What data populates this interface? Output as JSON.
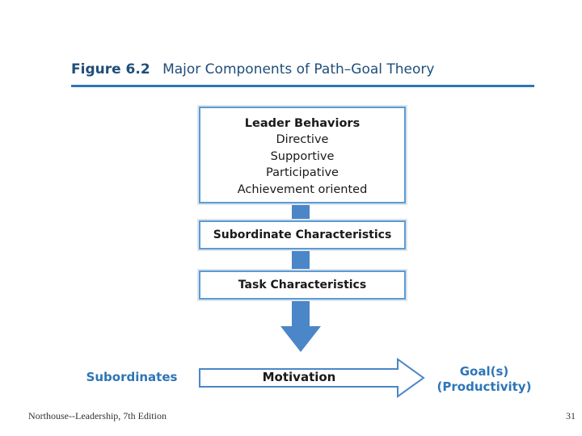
{
  "figure": {
    "number": "Figure 6.2",
    "title": "Major Components of Path–Goal Theory"
  },
  "leader_behaviors": {
    "heading": "Leader Behaviors",
    "items": [
      "Directive",
      "Supportive",
      "Participative",
      "Achievement oriented"
    ]
  },
  "subordinate_characteristics": "Subordinate Characteristics",
  "task_characteristics": "Task Characteristics",
  "subordinates_label": "Subordinates",
  "motivation_label": "Motivation",
  "goal_label": {
    "line1": "Goal(s)",
    "line2": "(Productivity)"
  },
  "footer": {
    "citation": "Northouse--Leadership, 7th Edition",
    "page_number": "31"
  },
  "colors": {
    "accent": "#2e75b6",
    "arrow_fill": "#4a86c8",
    "box_border": "#5b9bd5"
  }
}
